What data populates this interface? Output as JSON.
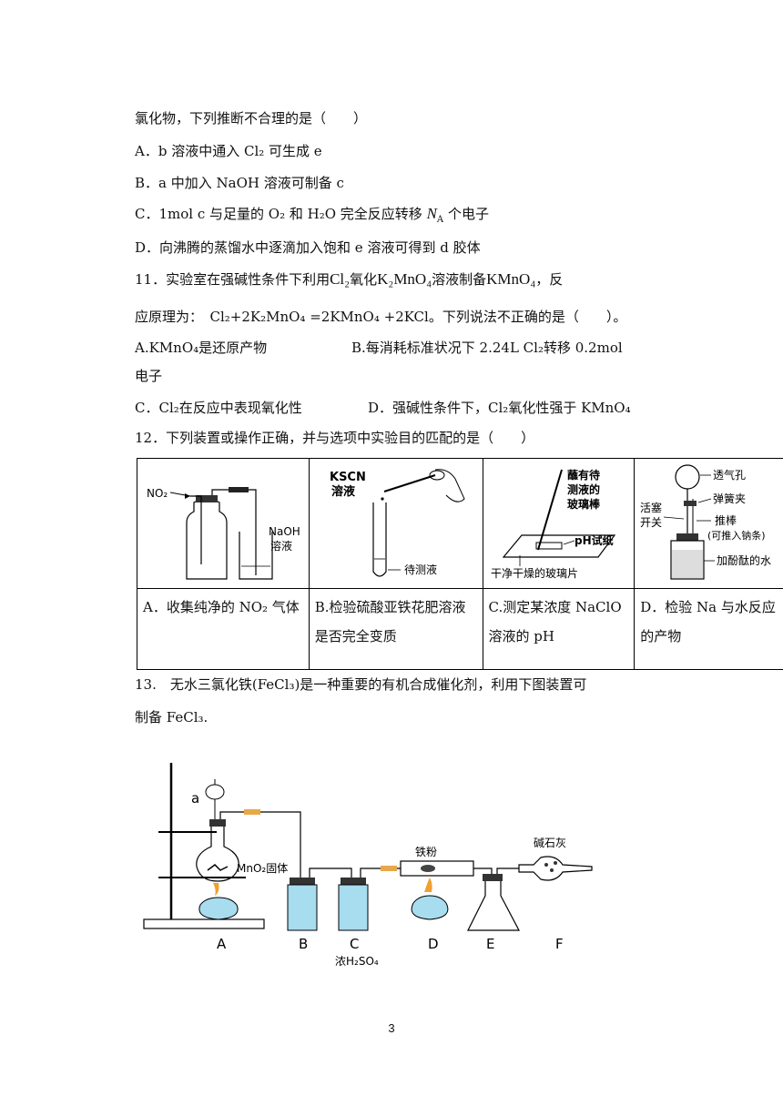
{
  "q10": {
    "stem_end": "氯化物，下列推断不合理的是（　　）",
    "options": {
      "A": "A．b 溶液中通入 Cl₂ 可生成 e",
      "B": "B．a 中加入 NaOH 溶液可制备 c",
      "C_pre": "C．1mol c 与足量的 O₂ 和 H₂O 完全反应转移",
      "C_sym": "N",
      "C_sub": "A",
      "C_post": "个电子",
      "D": "D．向沸腾的蒸馏水中逐滴加入饱和 e 溶液可得到 d 胶体"
    }
  },
  "q11": {
    "pre": "11．实验室在强碱性条件下利用",
    "cl2": "Cl₂",
    "mid1": "氧化",
    "k2mno4": "K₂MnO₄",
    "mid2": "溶液制备",
    "kmno4": "KMnO₄",
    "post": "，反",
    "line2": "应原理为：　Cl₂+2K₂MnO₄ =2KMnO₄ +2KCl。下列说法不正确的是（　　）。",
    "optA": "A.KMnO₄是还原产物",
    "optB": "B.每消耗标准状况下 2.24L Cl₂转移 0.2mol",
    "optB_cont": "电子",
    "optC": "C．Cl₂在反应中表现氧化性",
    "optD": "D．强碱性条件下，Cl₂氧化性强于 KMnO₄"
  },
  "q12": {
    "stem": "12．下列装置或操作正确，并与选项中实验目的匹配的是（　　）",
    "figA": {
      "gas": "NO₂",
      "solution": "NaOH",
      "solution2": "溶液"
    },
    "figB": {
      "reagent": "KSCN",
      "reagent2": "溶液",
      "sample": "待测液"
    },
    "figC": {
      "rod1": "蘸有待",
      "rod2": "测液的",
      "rod3": "玻璃棒",
      "paper": "pH试纸",
      "glass": "干净干燥的玻璃片"
    },
    "figD": {
      "vent": "透气孔",
      "clip": "弹簧夹",
      "valve1": "活塞",
      "valve2": "开关",
      "push": "推棒",
      "push2": "(可推入钠条)",
      "water": "加酚酞的水"
    },
    "captions": {
      "A": "A．收集纯净的 NO₂ 气体",
      "B": "B.检验硫酸亚铁花肥溶液是否完全变质",
      "C": "C.测定某浓度 NaClO 溶液的 pH",
      "D": "D．检验 Na 与水反应的产物"
    }
  },
  "q13": {
    "line1": "13.　无水三氯化铁(FeCl₃)是一种重要的有机合成催化剂，利用下图装置可",
    "line2": "制备 FeCl₃.",
    "labels": {
      "a": "a",
      "mno2": "MnO₂固体",
      "iron": "铁粉",
      "soda": "碱石灰",
      "acid": "浓H₂SO₄",
      "A": "A",
      "B": "B",
      "C": "C",
      "D": "D",
      "E": "E",
      "F": "F"
    }
  },
  "page": {
    "number": "3"
  },
  "colors": {
    "water": "#a8dcef",
    "tube": "#e8a84a",
    "flame": "#f0a030"
  }
}
